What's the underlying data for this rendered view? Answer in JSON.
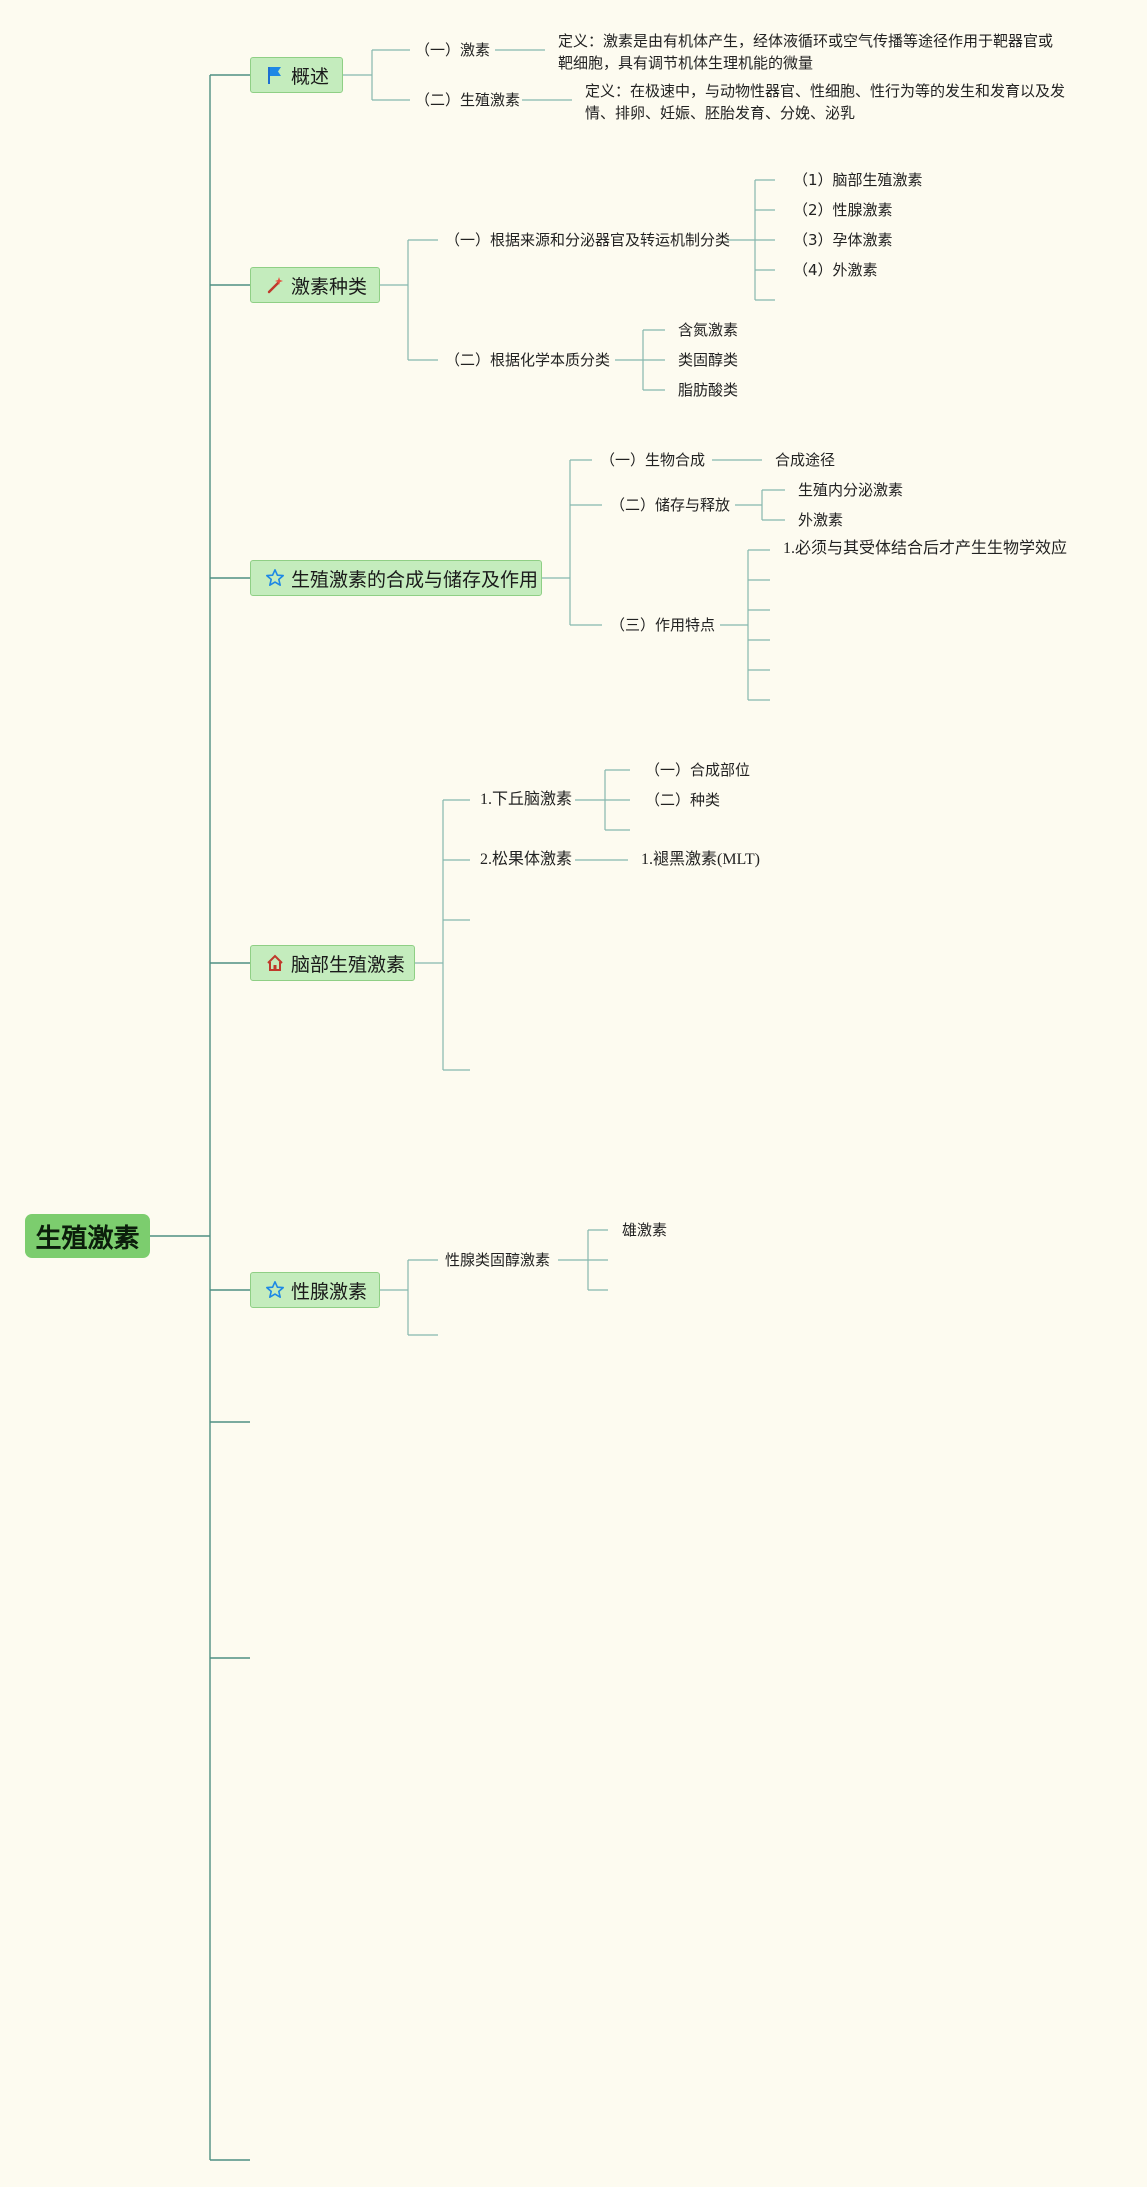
{
  "root": {
    "label": "生殖激素"
  },
  "overview": {
    "label": "概述",
    "icon": "blue-flag-icon",
    "hormone": "（一）激素",
    "hormone_def": "定义：激素是由有机体产生，经体液循环或空气传播等途径作用于靶器官或靶细胞，具有调节机体生理机能的微量",
    "repro_hormone": "（二）生殖激素",
    "repro_hormone_def": "定义：在极速中，与动物性器官、性细胞、性行为等的发生和发育以及发情、排卵、妊娠、胚胎发育、分娩、泌乳"
  },
  "types": {
    "label": "激素种类",
    "icon": "magic-wand-icon",
    "by_source": "（一）根据来源和分泌器官及转运机制分类",
    "by_source_items": [
      "（1）脑部生殖激素",
      "（2）性腺激素",
      "（3）孕体激素",
      "（4）外激素"
    ],
    "by_chem": "（二）根据化学本质分类",
    "by_chem_items": [
      "含氮激素",
      "类固醇类",
      "脂肪酸类"
    ]
  },
  "synthesis": {
    "label": "生殖激素的合成与储存及作用",
    "icon": "star-outline-icon",
    "bio": "（一）生物合成",
    "bio_child": "合成途径",
    "storage": "（二）储存与释放",
    "storage_items": [
      "生殖内分泌激素",
      "外激素"
    ],
    "effect": "（三）作用特点",
    "effect_first": "1.必须与其受体结合后才产生生物学效应"
  },
  "brain": {
    "label": "脑部生殖激素",
    "icon": "house-icon",
    "hypothalamus": "1.下丘脑激素",
    "hypo_items": [
      "（一）合成部位",
      "（二）种类"
    ],
    "pineal": "2.松果体激素",
    "pineal_child": "1.褪黑激素(MLT)"
  },
  "gonad": {
    "label": "性腺激素",
    "icon": "star-outline-icon",
    "steroid": "性腺类固醇激素",
    "steroid_first": "雄激素"
  },
  "colors": {
    "line": "#4f8f82",
    "line_light": "#86b8ae",
    "main_fill": "#c4ecbd",
    "root_fill": "#7ccd6e"
  }
}
